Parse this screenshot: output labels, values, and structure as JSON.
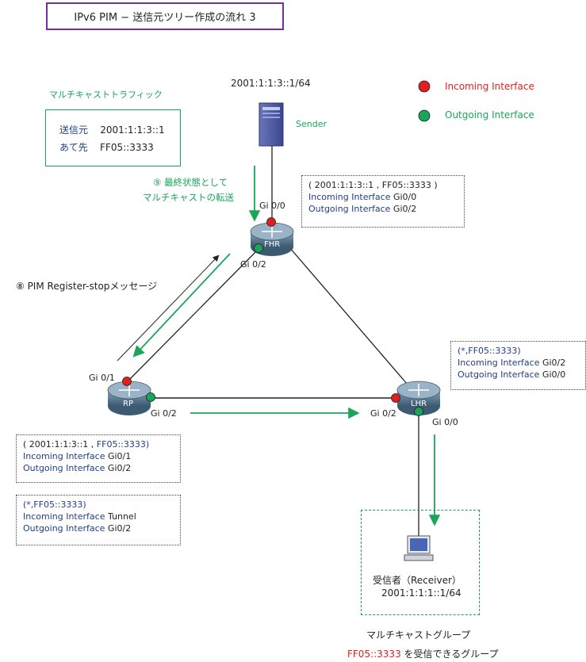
{
  "title": "IPv6 PIM − 送信元ツリー作成の流れ 3",
  "sender": {
    "address": "2001:1:1:3::1/64",
    "label": "Sender"
  },
  "legend": {
    "incoming": "Incoming Interface",
    "outgoing": "Outgoing Interface",
    "incoming_color": "#e02020",
    "outgoing_color": "#1aa659"
  },
  "traffic": {
    "heading": "マルチキャストトラフィック",
    "src_label": "送信元",
    "src_value": "2001:1:1:3::1",
    "dst_label": "あて先",
    "dst_value": "FF05::3333"
  },
  "step9": {
    "line1": "⑨ 最終状態として",
    "line2": "マルチキャストの転送"
  },
  "step8": "⑧ PIM Register-stopメッセージ",
  "routers": {
    "fhr": "FHR",
    "rp": "RP",
    "lhr": "LHR"
  },
  "interfaces": {
    "fhr_gi00": "Gi 0/0",
    "fhr_gi02": "Gi 0/2",
    "rp_gi01": "Gi 0/1",
    "rp_gi02": "Gi 0/2",
    "lhr_gi02": "Gi 0/2",
    "lhr_gi00": "Gi 0/0"
  },
  "fhr_entry": {
    "header": "( 2001:1:1:3::1 , FF05::3333 )",
    "in_label": "Incoming Interface",
    "in_value": "Gi0/0",
    "out_label": "Outgoing Interface",
    "out_value": "Gi0/2"
  },
  "lhr_entry": {
    "header": "(*,FF05::3333)",
    "in_label": "Incoming Interface",
    "in_value": "Gi0/2",
    "out_label": "Outgoing Interface",
    "out_value": "Gi0/0"
  },
  "rp_sg_entry": {
    "header_prefix": "( 2001:1:1:3::1 , ",
    "header_group": "FF05::3333)",
    "in_label": "Incoming Interface",
    "in_value": "Gi0/1",
    "out_label": "Outgoing Interface",
    "out_value": "Gi0/2"
  },
  "rp_star_entry": {
    "header": "(*,FF05::3333)",
    "in_label": "Incoming Interface",
    "in_value": "Tunnel",
    "out_label": "Outgoing Interface",
    "out_value": "Gi0/2"
  },
  "receiver": {
    "label": "受信者（Receiver）",
    "address": "2001:1:1:1::1/64"
  },
  "group": {
    "label": "マルチキャストグループ",
    "address": "FF05::3333",
    "suffix": " を受信できるグループ"
  }
}
